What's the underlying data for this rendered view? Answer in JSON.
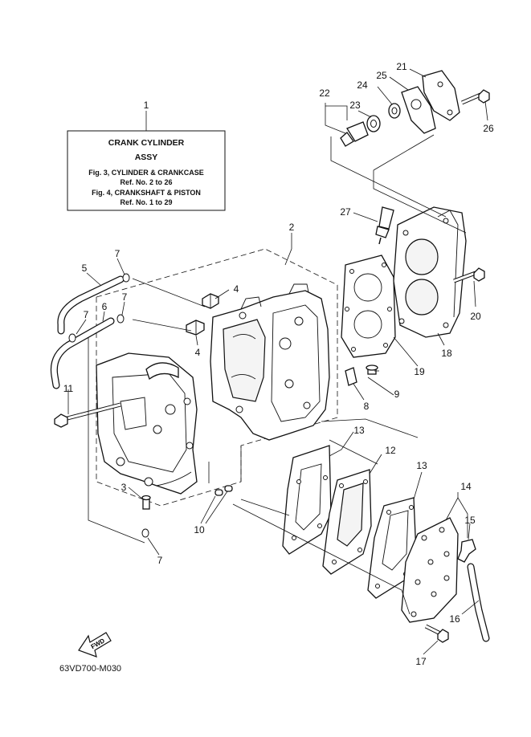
{
  "info_box": {
    "title_line1": "CRANK  CYLINDER",
    "title_line2": "ASSY",
    "ref1": "Fig. 3, CYLINDER & CRANKCASE",
    "ref1_range": "Ref. No. 2 to 26",
    "ref2": "Fig. 4, CRANKSHAFT & PISTON",
    "ref2_range": "Ref. No. 1 to 29"
  },
  "callouts": {
    "c1": "1",
    "c2": "2",
    "c3": "3",
    "c4a": "4",
    "c4b": "4",
    "c5": "5",
    "c6": "6",
    "c7a": "7",
    "c7b": "7",
    "c7c": "7",
    "c7d": "7",
    "c8": "8",
    "c9": "9",
    "c10": "10",
    "c11": "11",
    "c12": "12",
    "c13a": "13",
    "c13b": "13",
    "c14": "14",
    "c15": "15",
    "c16": "16",
    "c17": "17",
    "c18": "18",
    "c19": "19",
    "c20": "20",
    "c21": "21",
    "c22": "22",
    "c23": "23",
    "c24": "24",
    "c25": "25",
    "c26": "26",
    "c27": "27"
  },
  "fwd_label": "FWD",
  "drawing_code": "63VD700-M030"
}
